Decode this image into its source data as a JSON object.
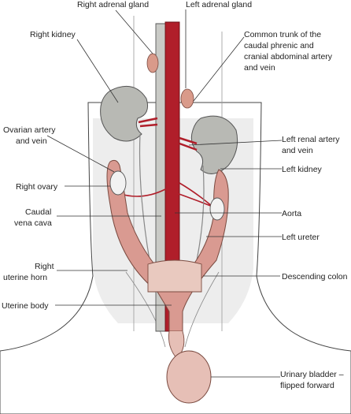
{
  "labels": {
    "right_adrenal_gland": "Right adrenal gland",
    "left_adrenal_gland": "Left adrenal gland",
    "right_kidney": "Right kidney",
    "common_trunk_1": "Common trunk of the",
    "common_trunk_2": "caudal phrenic and",
    "common_trunk_3": "cranial abdominal artery",
    "common_trunk_4": "and vein",
    "ovarian_1": "Ovarian artery",
    "ovarian_2": "and vein",
    "left_renal_1": "Left renal artery",
    "left_renal_2": "and vein",
    "left_kidney": "Left kidney",
    "right_ovary": "Right ovary",
    "caudal_vc_1": "Caudal",
    "caudal_vc_2": "vena cava",
    "aorta": "Aorta",
    "left_ureter": "Left ureter",
    "right_horn_1": "Right",
    "right_horn_2": "uterine horn",
    "descending_colon": "Descending colon",
    "uterine_body": "Uterine body",
    "bladder_1": "Urinary bladder –",
    "bladder_2": "flipped forward"
  },
  "colors": {
    "kidney": "#b8b9b4",
    "vena_cava": "#c9cac6",
    "aorta": "#b01e2a",
    "uterus": "#d99a91",
    "bladder": "#e6bfb6",
    "adrenal": "#d99a8a",
    "body_shading": "#e4e4e4"
  }
}
